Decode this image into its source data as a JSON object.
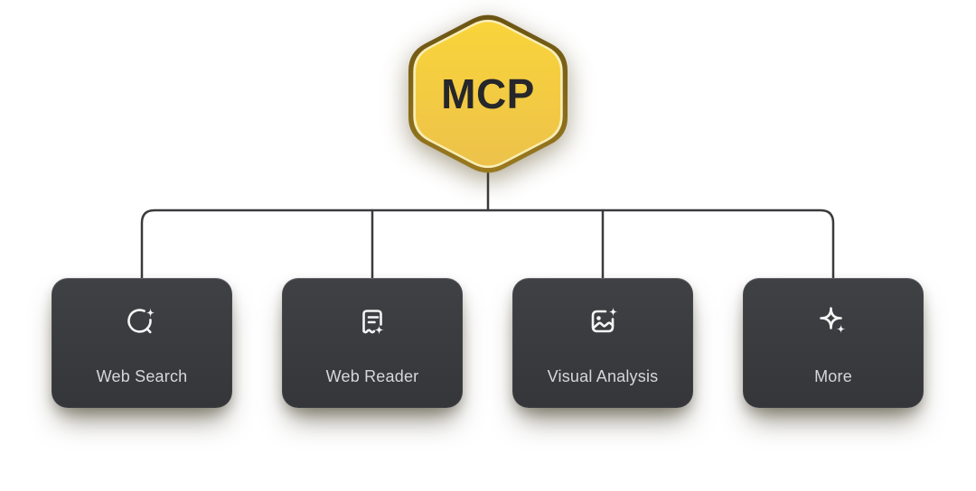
{
  "diagram": {
    "root": {
      "label": "MCP",
      "icon": "hexagon-badge"
    },
    "children": [
      {
        "label": "Web Search",
        "icon": "search-sparkle-icon"
      },
      {
        "label": "Web Reader",
        "icon": "receipt-sparkle-icon"
      },
      {
        "label": "Visual Analysis",
        "icon": "image-sparkle-icon"
      },
      {
        "label": "More",
        "icon": "sparkles-icon"
      }
    ]
  },
  "colors": {
    "background": "#ffffff",
    "hex_border_top": "#6b5414",
    "hex_border_bottom": "#9a7a1f",
    "hex_inner_line": "#f8eeb5",
    "hex_fill_top": "#f9d43a",
    "hex_fill_bottom": "#edc24a",
    "root_text": "#26272b",
    "card_bg_top": "#3f4144",
    "card_bg_bottom": "#35363a",
    "card_label": "#d6d7d9",
    "icon_stroke": "#f5f5f5",
    "connector": "#3a3b3d"
  }
}
